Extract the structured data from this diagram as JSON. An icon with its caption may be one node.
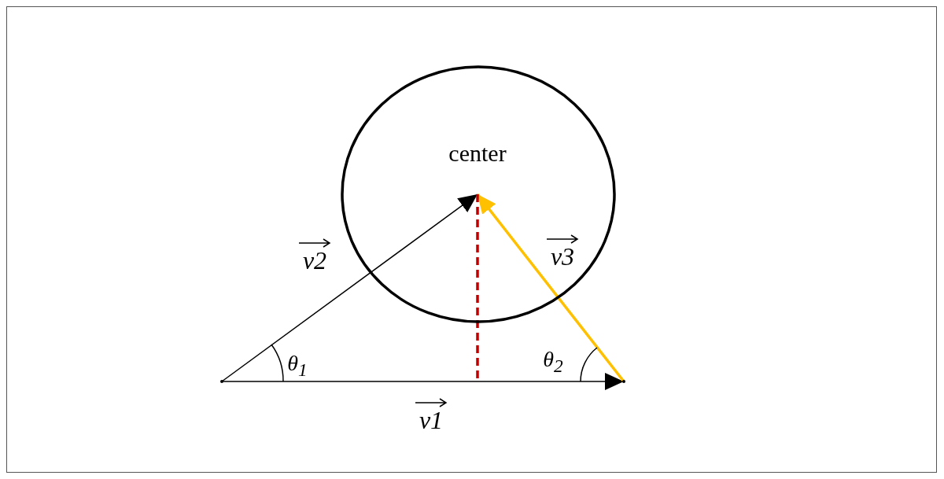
{
  "diagram": {
    "nodes": [
      {
        "text": [],
        "shape": "circle"
      },
      {
        "text": [
          "center"
        ],
        "in": 0
      },
      {
        "text": [],
        "shape": "point"
      },
      {
        "text": [],
        "shape": "point"
      }
    ],
    "edges": [
      {
        "from": 2,
        "to": 3,
        "arrow": "to",
        "label": "v1"
      },
      {
        "from": 2,
        "to": 1,
        "arrow": "to",
        "label": "v2"
      },
      {
        "from": 3,
        "to": 1,
        "arrow": "to",
        "label": "v3",
        "style": "thick",
        "color": "#ffc000"
      },
      {
        "from": 1,
        "to": null,
        "arrow": "none",
        "style": "dashed",
        "color": "#c00000"
      }
    ],
    "labels": [
      "θ$_{1}$",
      "θ$_{2}$"
    ]
  }
}
